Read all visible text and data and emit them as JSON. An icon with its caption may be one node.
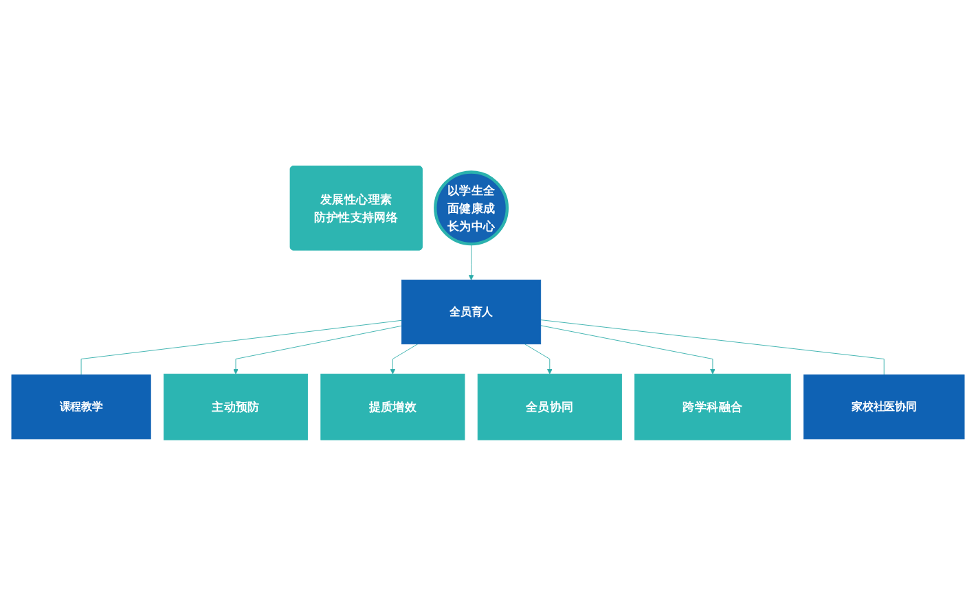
{
  "diagram": {
    "nodes": [
      {
        "text": [
          "以学生全面健康成长为中心"
        ]
      },
      {
        "text": [
          "发展性心理素",
          "防护性支持网络"
        ]
      },
      {
        "text": [
          "课程教学"
        ]
      },
      {
        "text": [
          "全员育人"
        ]
      },
      {
        "text": [
          "家校社医协同"
        ]
      },
      {
        "text": [
          "主动预防"
        ]
      },
      {
        "text": [
          "提质增效"
        ]
      },
      {
        "text": [
          "全员协同"
        ]
      },
      {
        "text": [
          "跨学科融合"
        ]
      }
    ],
    "edges": [
      {
        "from": 0,
        "to": 3,
        "arrow": "to"
      },
      {
        "from": 3,
        "to": 2,
        "arrow": "none"
      },
      {
        "from": 3,
        "to": 5,
        "arrow": "to"
      },
      {
        "from": 3,
        "to": 6,
        "arrow": "to"
      },
      {
        "from": 3,
        "to": 7,
        "arrow": "to"
      },
      {
        "from": 3,
        "to": 8,
        "arrow": "to"
      },
      {
        "from": 3,
        "to": 4,
        "arrow": "none"
      }
    ]
  }
}
